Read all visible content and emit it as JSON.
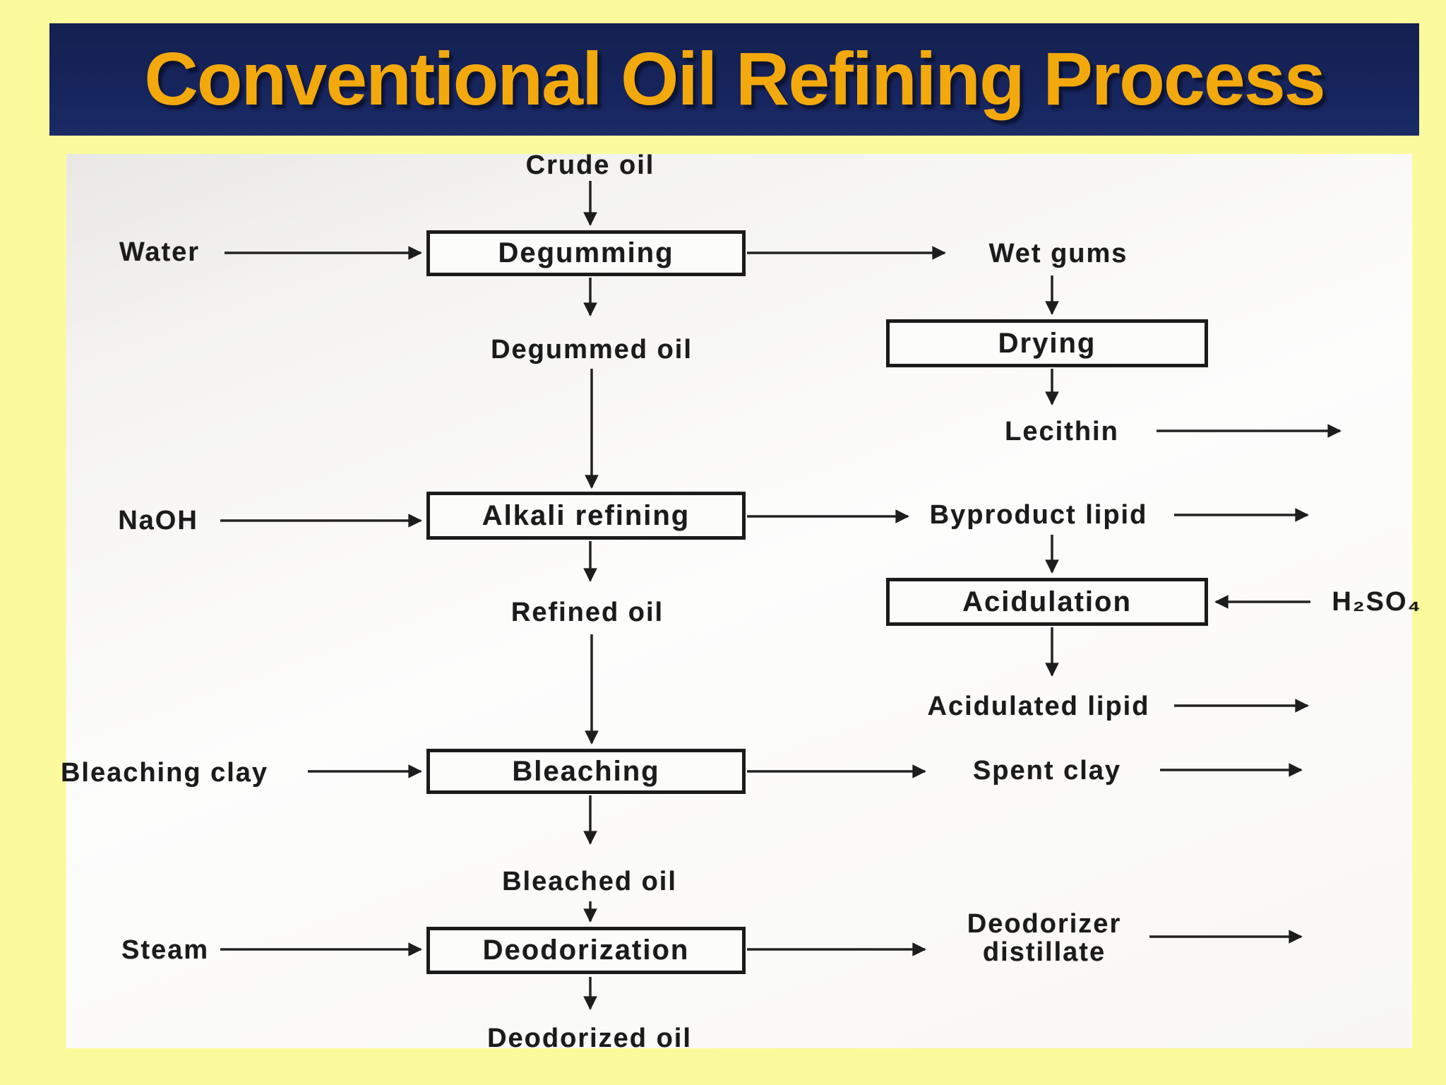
{
  "slide": {
    "title": "Conventional Oil Refining Process"
  },
  "colors": {
    "page_background": "#FBFB9E",
    "title_bar": "#14205A",
    "title_text": "#F3A90C",
    "canvas": "#F7F6F3",
    "ink": "#1B1B1B"
  },
  "diagram": {
    "inputs": {
      "crude_oil": "Crude oil",
      "water": "Water",
      "naoh": "NaOH",
      "h2so4": "H₂SO₄",
      "bleaching_clay": "Bleaching clay",
      "steam": "Steam"
    },
    "processes": {
      "degumming": "Degumming",
      "drying": "Drying",
      "alkali_refining": "Alkali refining",
      "acidulation": "Acidulation",
      "bleaching": "Bleaching",
      "deodorization": "Deodorization"
    },
    "streams": {
      "wet_gums": "Wet gums",
      "degummed_oil": "Degummed oil",
      "lecithin": "Lecithin",
      "byproduct_lipid": "Byproduct lipid",
      "refined_oil": "Refined oil",
      "acidulated_lipid": "Acidulated lipid",
      "spent_clay": "Spent clay",
      "bleached_oil": "Bleached oil",
      "deodorizer_distillate": "Deodorizer distillate",
      "deodorized_oil": "Deodorized oil"
    },
    "flows": [
      {
        "from": "Crude oil",
        "to": "Degumming"
      },
      {
        "from": "Water",
        "to": "Degumming"
      },
      {
        "from": "Degumming",
        "to": "Wet gums"
      },
      {
        "from": "Degumming",
        "to": "Degummed oil"
      },
      {
        "from": "Wet gums",
        "to": "Drying"
      },
      {
        "from": "Drying",
        "to": "Lecithin"
      },
      {
        "from": "Lecithin",
        "to": "out"
      },
      {
        "from": "Degummed oil",
        "to": "Alkali refining"
      },
      {
        "from": "NaOH",
        "to": "Alkali refining"
      },
      {
        "from": "Alkali refining",
        "to": "Byproduct lipid"
      },
      {
        "from": "Byproduct lipid",
        "to": "out"
      },
      {
        "from": "Byproduct lipid",
        "to": "Acidulation"
      },
      {
        "from": "H₂SO₄",
        "to": "Acidulation"
      },
      {
        "from": "Acidulation",
        "to": "Acidulated lipid"
      },
      {
        "from": "Acidulated lipid",
        "to": "out"
      },
      {
        "from": "Alkali refining",
        "to": "Refined oil"
      },
      {
        "from": "Refined oil",
        "to": "Bleaching"
      },
      {
        "from": "Bleaching clay",
        "to": "Bleaching"
      },
      {
        "from": "Bleaching",
        "to": "Spent clay"
      },
      {
        "from": "Spent clay",
        "to": "out"
      },
      {
        "from": "Bleaching",
        "to": "Bleached oil"
      },
      {
        "from": "Bleached oil",
        "to": "Deodorization"
      },
      {
        "from": "Steam",
        "to": "Deodorization"
      },
      {
        "from": "Deodorization",
        "to": "Deodorizer distillate"
      },
      {
        "from": "Deodorizer distillate",
        "to": "out"
      },
      {
        "from": "Deodorization",
        "to": "Deodorized oil"
      }
    ]
  }
}
